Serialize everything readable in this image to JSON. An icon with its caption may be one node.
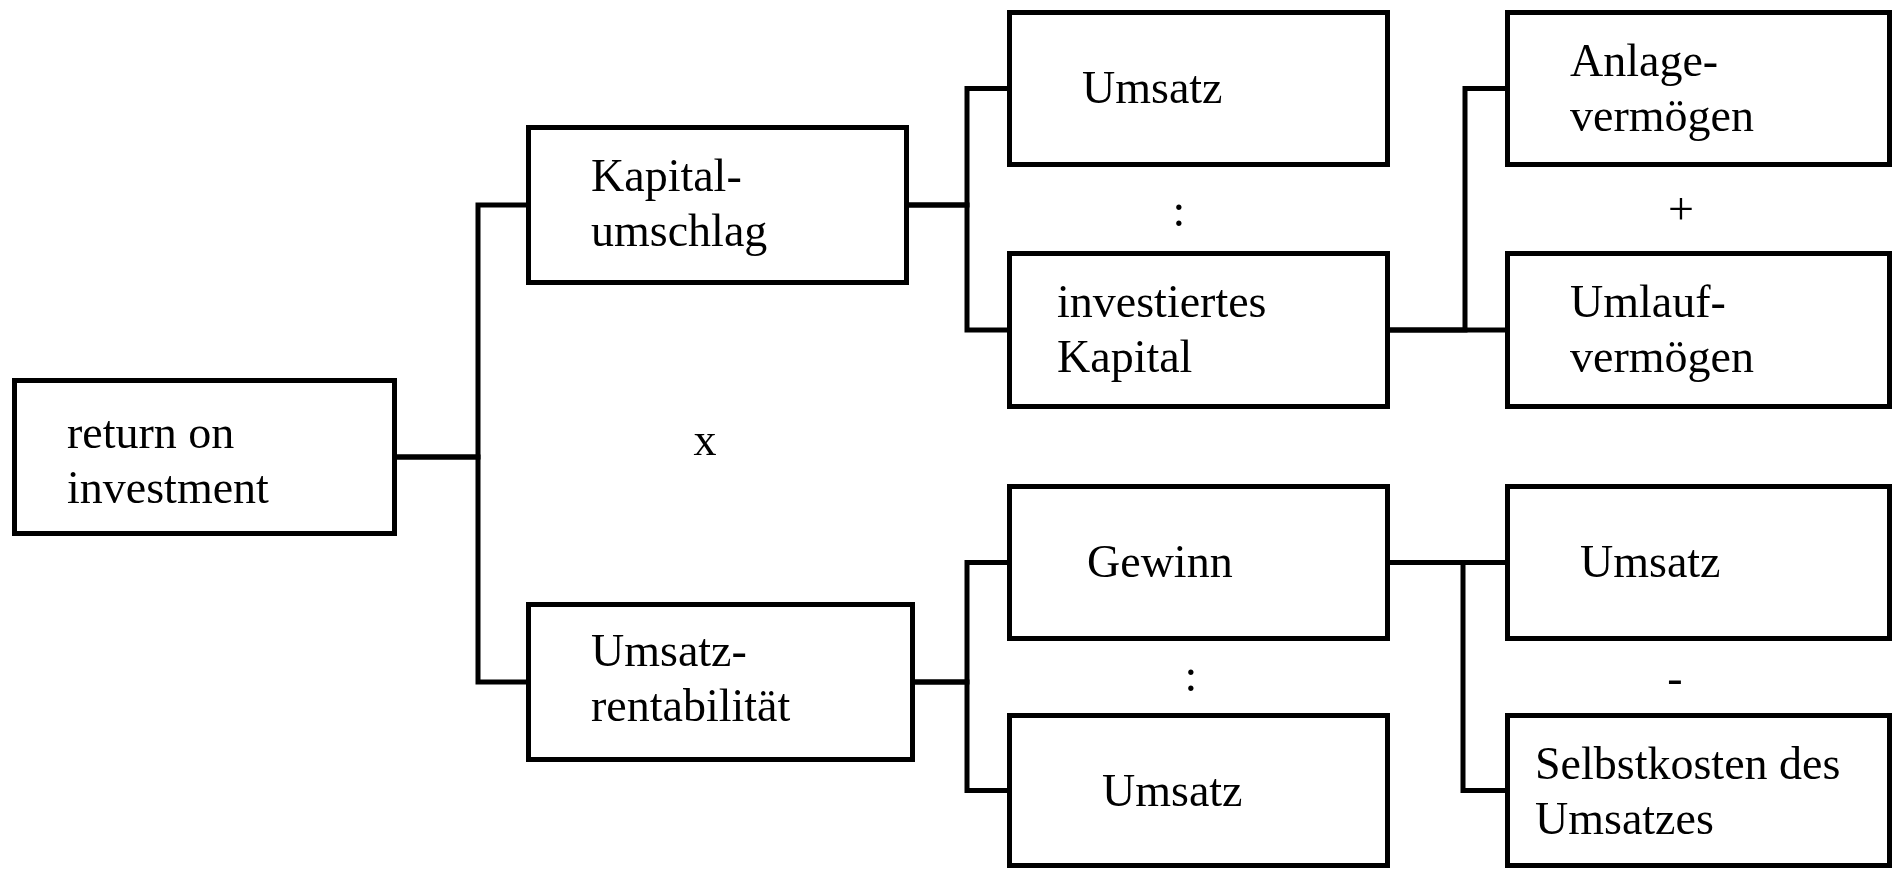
{
  "diagram": {
    "nodes": [
      {
        "text": [
          "return on investment"
        ]
      },
      {
        "text": [
          "Kapital- umschlag"
        ]
      },
      {
        "text": [
          "Umsatz- rentabilität"
        ]
      },
      {
        "text": [
          "Umsatz"
        ]
      },
      {
        "text": [
          "investiertes Kapital"
        ]
      },
      {
        "text": [
          "Gewinn"
        ]
      },
      {
        "text": [
          "Umsatz"
        ]
      },
      {
        "text": [
          "Anlage- vermögen"
        ]
      },
      {
        "text": [
          "Umlauf- vermögen"
        ]
      },
      {
        "text": [
          "Umsatz"
        ]
      },
      {
        "text": [
          "Selbstkosten des Umsatzes"
        ]
      }
    ],
    "edges": [
      {
        "from": 0,
        "to": 1,
        "arrow": "none"
      },
      {
        "from": 0,
        "to": 2,
        "arrow": "none"
      },
      {
        "from": 1,
        "to": 3,
        "arrow": "none"
      },
      {
        "from": 1,
        "to": 4,
        "arrow": "none"
      },
      {
        "from": 4,
        "to": 7,
        "arrow": "none"
      },
      {
        "from": 4,
        "to": 8,
        "arrow": "none"
      },
      {
        "from": 2,
        "to": 5,
        "arrow": "none"
      },
      {
        "from": 2,
        "to": 6,
        "arrow": "none"
      },
      {
        "from": 5,
        "to": 9,
        "arrow": "none"
      },
      {
        "from": 5,
        "to": 10,
        "arrow": "none"
      }
    ],
    "labels": [
      ":",
      "+",
      "x",
      ":",
      "-"
    ]
  }
}
